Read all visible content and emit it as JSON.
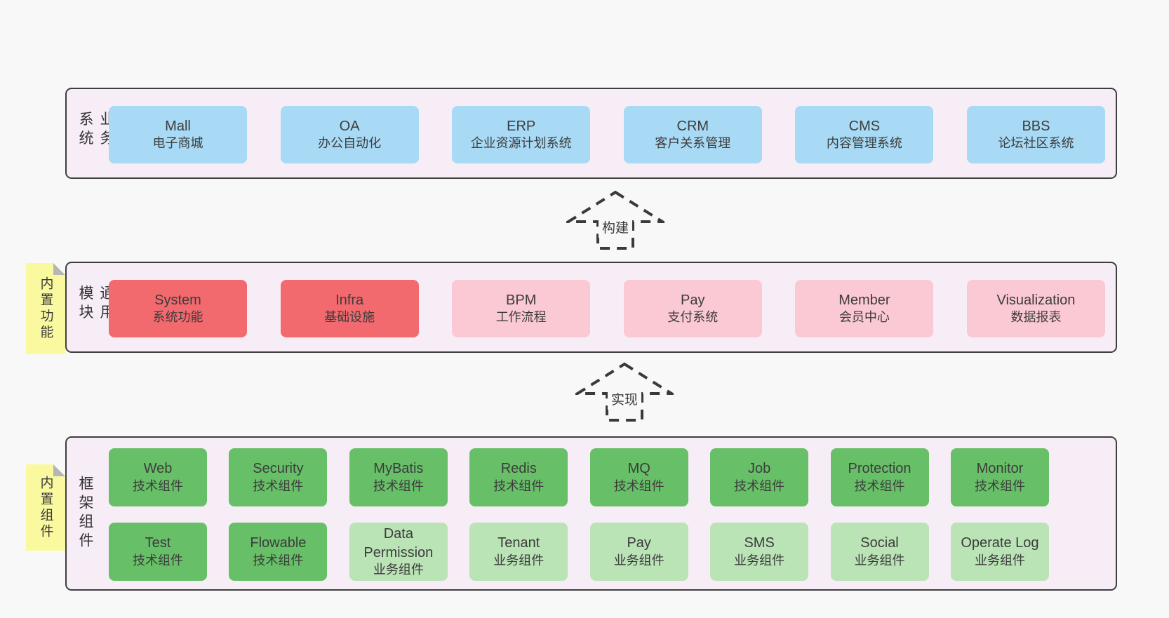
{
  "colors": {
    "page_bg": "#f8f8f8",
    "panel_bg": "#f7edf6",
    "panel_border": "#3e3e3e",
    "blue": "#a8daf5",
    "red": "#f2696e",
    "pink": "#fbc9d3",
    "green_dark": "#67c067",
    "green_light": "#bae3b6",
    "sticky_yellow": "#fbf9a0",
    "fold_gray": "#b5b5b5",
    "text_color": "#3c3c3c"
  },
  "business": {
    "panel_label": "业务系统",
    "boxes": [
      {
        "name": "Mall",
        "desc": "电子商城",
        "variant": "blue"
      },
      {
        "name": "OA",
        "desc": "办公自动化",
        "variant": "blue"
      },
      {
        "name": "ERP",
        "desc": "企业资源计划系统",
        "variant": "blue"
      },
      {
        "name": "CRM",
        "desc": "客户关系管理",
        "variant": "blue"
      },
      {
        "name": "CMS",
        "desc": "内容管理系统",
        "variant": "blue"
      },
      {
        "name": "BBS",
        "desc": "论坛社区系统",
        "variant": "blue"
      }
    ]
  },
  "arrow_build": {
    "label": "构建"
  },
  "modules": {
    "panel_label": "通用模块",
    "sticky_label": "内置功能",
    "boxes": [
      {
        "name": "System",
        "desc": "系统功能",
        "variant": "red"
      },
      {
        "name": "Infra",
        "desc": "基础设施",
        "variant": "red"
      },
      {
        "name": "BPM",
        "desc": "工作流程",
        "variant": "pink"
      },
      {
        "name": "Pay",
        "desc": "支付系统",
        "variant": "pink"
      },
      {
        "name": "Member",
        "desc": "会员中心",
        "variant": "pink"
      },
      {
        "name": "Visualization",
        "desc": "数据报表",
        "variant": "pink"
      }
    ]
  },
  "arrow_implement": {
    "label": "实现"
  },
  "components": {
    "panel_label": "框架组件",
    "sticky_label": "内置组件",
    "row1": [
      {
        "name": "Web",
        "desc": "技术组件",
        "variant": "green-dark"
      },
      {
        "name": "Security",
        "desc": "技术组件",
        "variant": "green-dark"
      },
      {
        "name": "MyBatis",
        "desc": "技术组件",
        "variant": "green-dark"
      },
      {
        "name": "Redis",
        "desc": "技术组件",
        "variant": "green-dark"
      },
      {
        "name": "MQ",
        "desc": "技术组件",
        "variant": "green-dark"
      },
      {
        "name": "Job",
        "desc": "技术组件",
        "variant": "green-dark"
      },
      {
        "name": "Protection",
        "desc": "技术组件",
        "variant": "green-dark"
      },
      {
        "name": "Monitor",
        "desc": "技术组件",
        "variant": "green-dark"
      }
    ],
    "row2": [
      {
        "name": "Test",
        "desc": "技术组件",
        "variant": "green-dark"
      },
      {
        "name": "Flowable",
        "desc": "技术组件",
        "variant": "green-dark"
      },
      {
        "name": "Data Permission",
        "desc": "业务组件",
        "variant": "green-light"
      },
      {
        "name": "Tenant",
        "desc": "业务组件",
        "variant": "green-light"
      },
      {
        "name": "Pay",
        "desc": "业务组件",
        "variant": "green-light"
      },
      {
        "name": "SMS",
        "desc": "业务组件",
        "variant": "green-light"
      },
      {
        "name": "Social",
        "desc": "业务组件",
        "variant": "green-light"
      },
      {
        "name": "Operate Log",
        "desc": "业务组件",
        "variant": "green-light"
      }
    ]
  }
}
